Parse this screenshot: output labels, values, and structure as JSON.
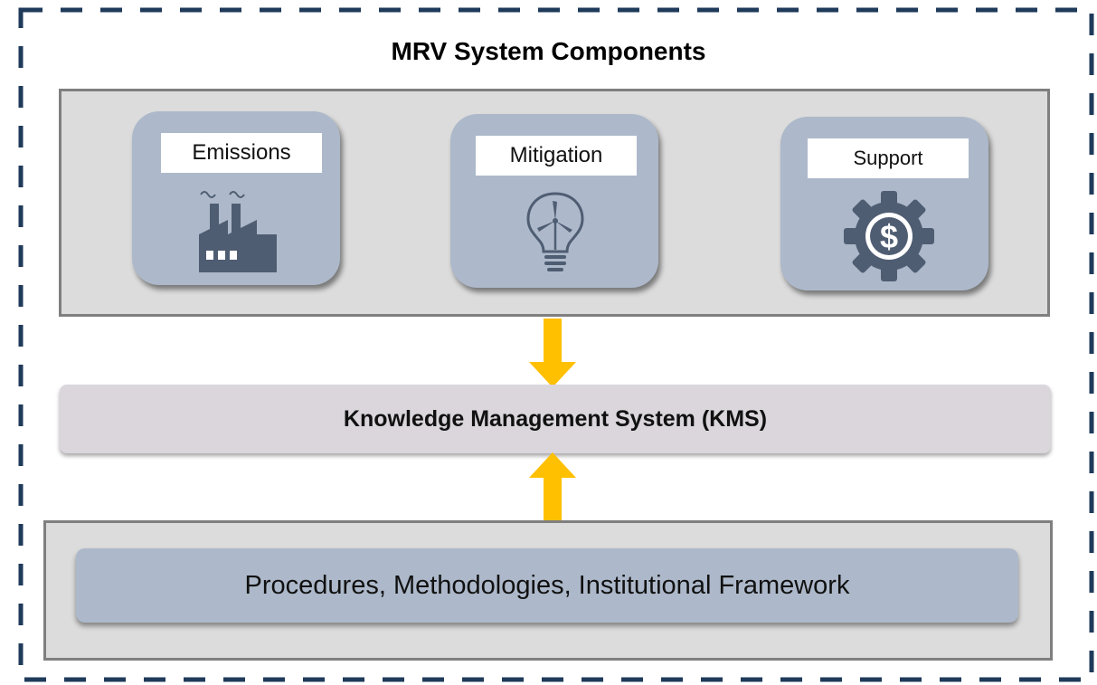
{
  "title": "MRV System Components",
  "components": [
    {
      "label": "Emissions",
      "icon": "factory-icon"
    },
    {
      "label": "Mitigation",
      "icon": "lightbulb-turbine-icon"
    },
    {
      "label": "Support",
      "icon": "dollar-gear-icon"
    }
  ],
  "kms": {
    "label": "Knowledge Management System (KMS)"
  },
  "foundation": {
    "label": "Procedures, Methodologies, Institutional Framework"
  },
  "colors": {
    "frame_dash": "#1f3a5a",
    "panel_bg": "#dcdcdc",
    "panel_border": "#7f7f7f",
    "card_bg": "#adb9ca",
    "icon": "#4f5d73",
    "arrow": "#ffc000",
    "kms_bg": "#dad6dc"
  }
}
